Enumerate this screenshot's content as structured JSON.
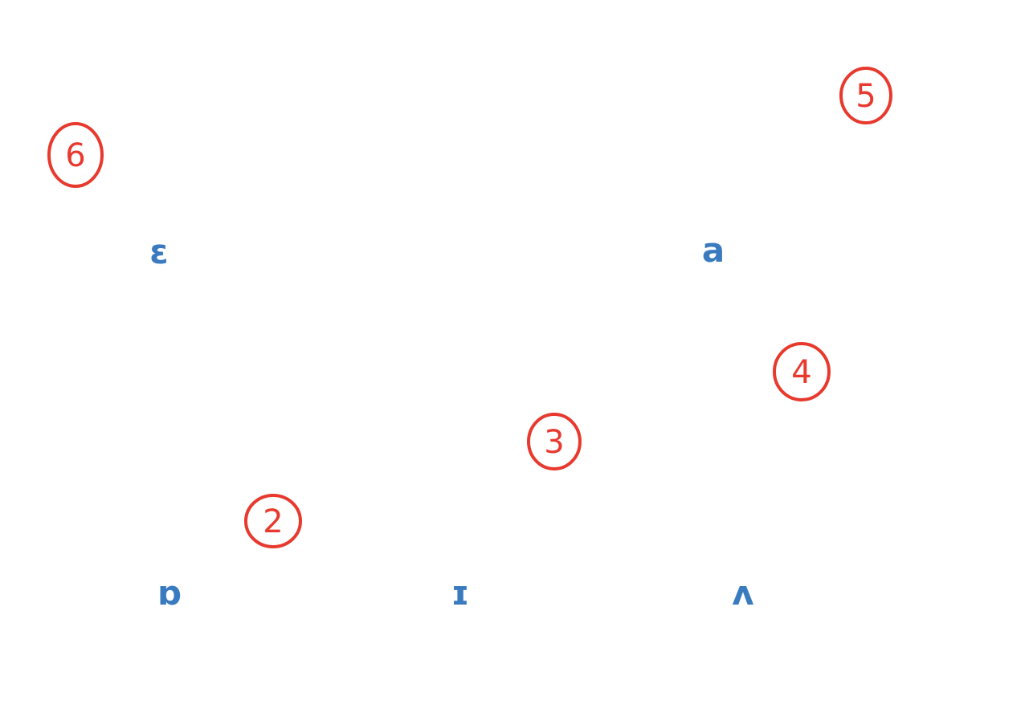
{
  "colors": {
    "number_color": "#e8392e",
    "letter_color": "#3a7bbf",
    "background": "#ffffff"
  },
  "circled_numbers": [
    {
      "label": "6"
    },
    {
      "label": "5"
    },
    {
      "label": "4"
    },
    {
      "label": "3"
    },
    {
      "label": "2"
    }
  ],
  "letters": [
    {
      "label": "ɛ"
    },
    {
      "label": "a"
    },
    {
      "label": "ɒ"
    },
    {
      "label": "ɪ"
    },
    {
      "label": "ʌ"
    }
  ]
}
